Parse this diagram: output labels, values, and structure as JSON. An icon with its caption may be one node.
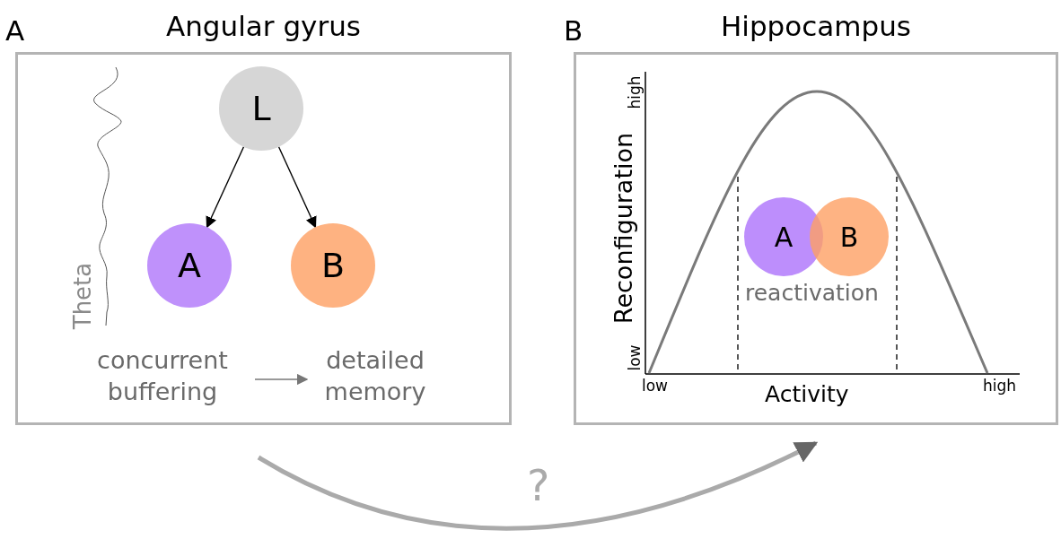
{
  "diagram": {
    "nodes": [
      {
        "text": [
          "Angular gyrus"
        ]
      },
      {
        "text": [
          "L"
        ],
        "in": 0
      },
      {
        "text": [
          "A"
        ],
        "in": 0
      },
      {
        "text": [
          "B"
        ],
        "in": 0
      },
      {
        "text": [
          "concurrent buffering"
        ],
        "in": 0
      },
      {
        "text": [
          "detailed memory"
        ],
        "in": 0
      },
      {
        "text": [
          "Hippocampus"
        ]
      },
      {
        "text": [
          "A"
        ],
        "in": 6
      },
      {
        "text": [
          "B"
        ],
        "in": 6
      }
    ],
    "edges": [
      {
        "from": 1,
        "to": 2,
        "arrow": "to"
      },
      {
        "from": 1,
        "to": 3,
        "arrow": "to"
      },
      {
        "from": 4,
        "to": 5,
        "arrow": "to",
        "color": "#777777"
      },
      {
        "from": 0,
        "to": 6,
        "arrow": "to",
        "label": "?",
        "style": "thick",
        "color": "#aaaaaa"
      }
    ],
    "labels": [
      "A",
      "B",
      "Theta",
      "high",
      "Reconfiguration",
      "low",
      "low",
      "Activity",
      "high",
      "reactivation"
    ]
  }
}
